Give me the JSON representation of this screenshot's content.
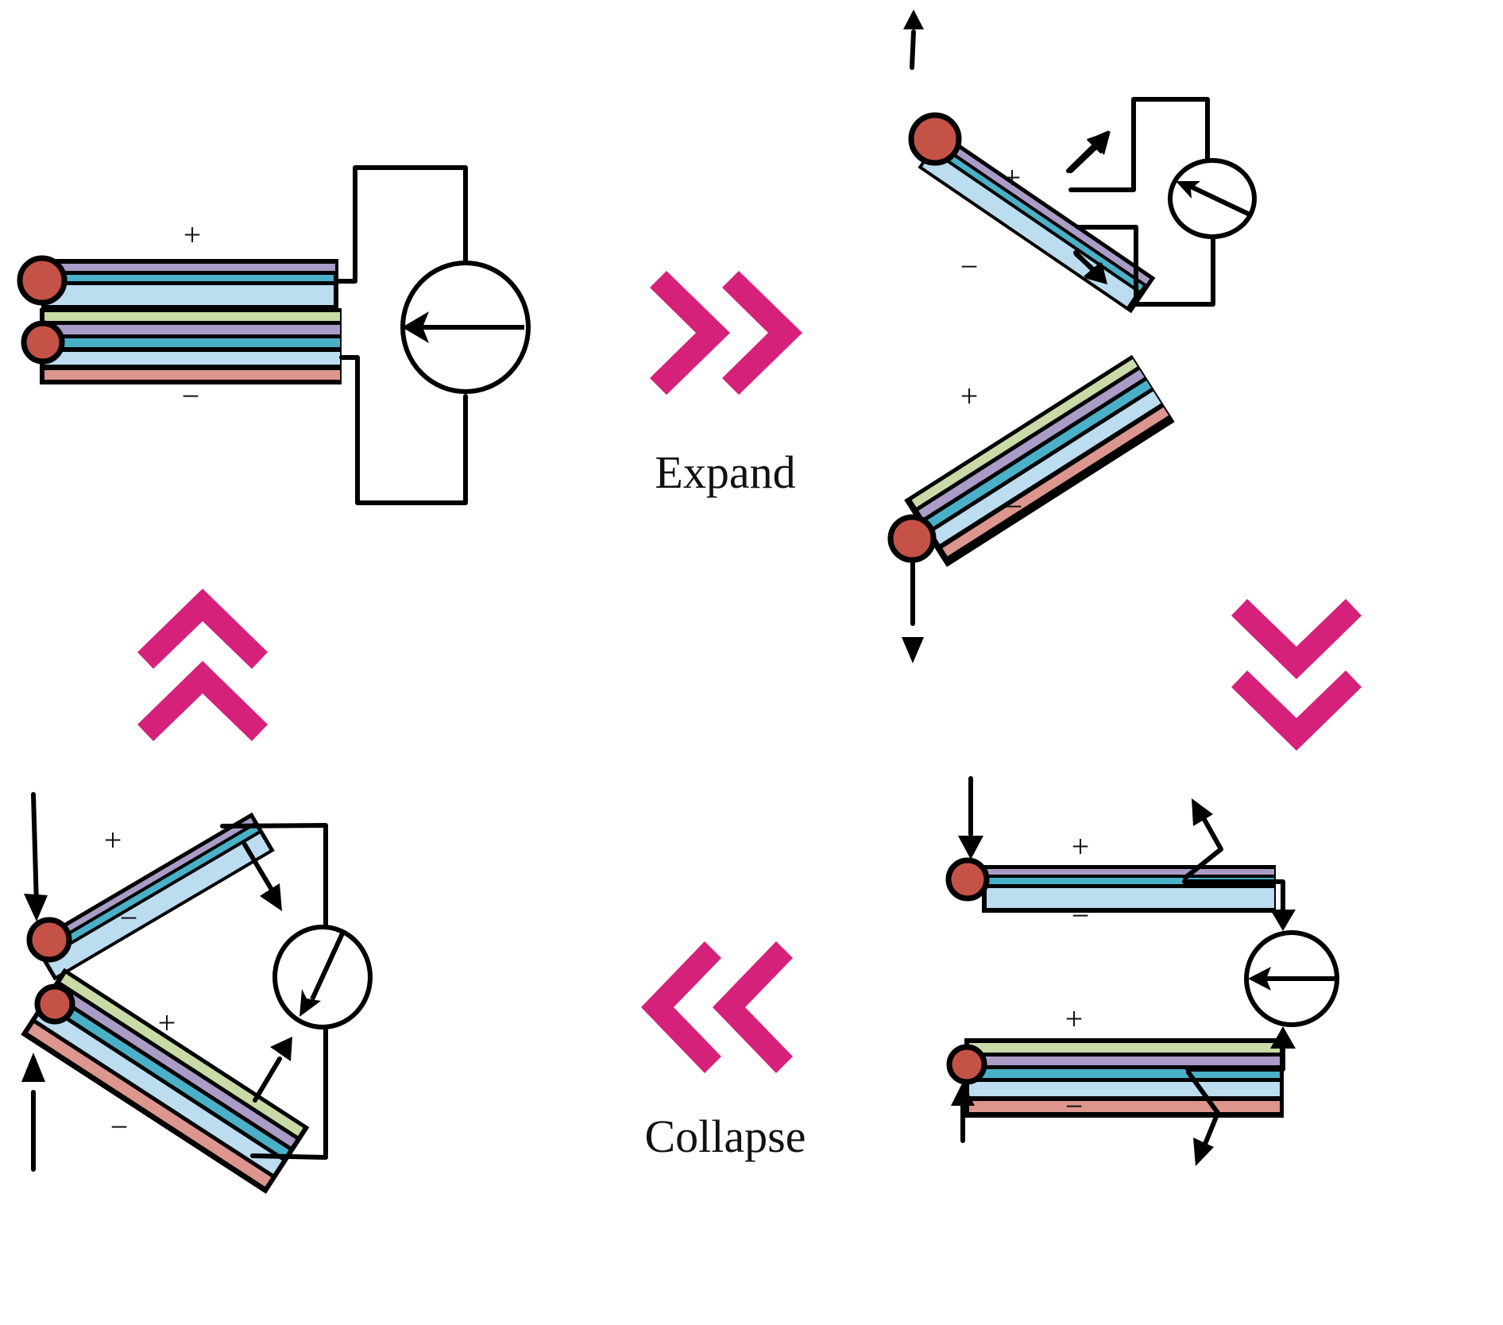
{
  "captions": {
    "expand": "Expand",
    "collapse": "Collapse"
  },
  "polarity": {
    "plus": "+",
    "minus": "−"
  },
  "colors": {
    "chevron": "#d6217b",
    "hinge": "#c55247",
    "layer_green": "#c8dba6",
    "layer_purple": "#aa9cc6",
    "layer_teal": "#4ab0c8",
    "layer_lightblue": "#bcdcef",
    "layer_salmon": "#dc968d"
  },
  "panels": [
    {
      "id": "closed",
      "state": "Closed (both plates stacked)",
      "meter_needle": "left"
    },
    {
      "id": "expanding",
      "state": "Expanding (plates open in V)",
      "meter_needle": "up-left"
    },
    {
      "id": "flat",
      "state": "Open flat (plates separated)",
      "meter_needle": "left"
    },
    {
      "id": "collapsing",
      "state": "Collapsing (plates closing)",
      "meter_needle": "down-left"
    }
  ],
  "transitions": [
    {
      "from": "closed",
      "to": "expanding",
      "direction": "right",
      "label": "Expand"
    },
    {
      "from": "expanding",
      "to": "flat",
      "direction": "down",
      "label": ""
    },
    {
      "from": "flat",
      "to": "collapsing",
      "direction": "left",
      "label": "Collapse"
    },
    {
      "from": "collapsing",
      "to": "closed",
      "direction": "up",
      "label": ""
    }
  ]
}
